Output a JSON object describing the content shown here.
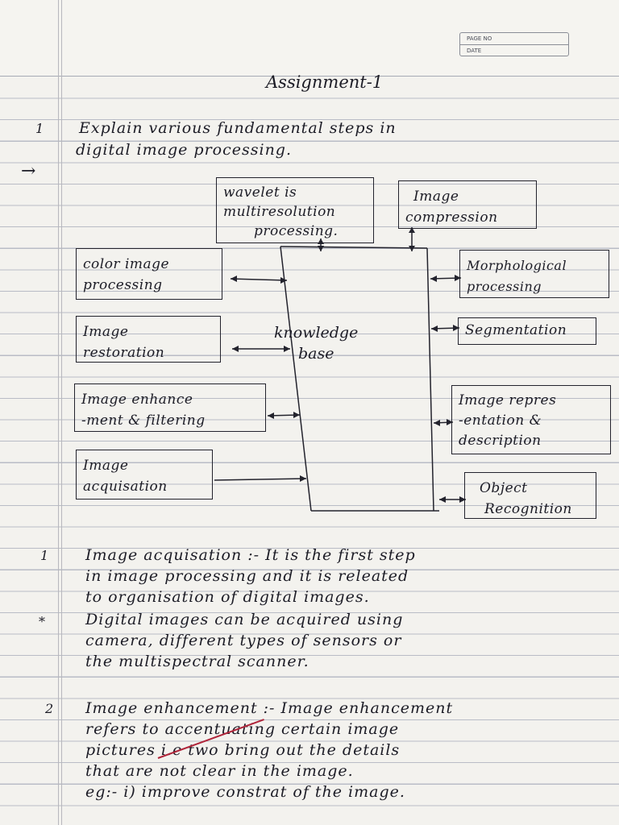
{
  "header": {
    "page_no_label": "PAGE NO",
    "date_label": "DATE"
  },
  "title": "Assignment-1",
  "question": {
    "number": "1",
    "line1": "Explain various fundamental steps in",
    "line2": "digital image processing."
  },
  "arrow_mark": "→",
  "diagram": {
    "center": {
      "line1": "knowledge",
      "line2": "base"
    },
    "left_boxes": [
      {
        "line1": "color image",
        "line2": "processing"
      },
      {
        "line1": "Image",
        "line2": "restoration"
      },
      {
        "line1": "Image enhance",
        "line2": "-ment & filtering"
      },
      {
        "line1": "Image",
        "line2": "acquisation"
      }
    ],
    "top_boxes": [
      {
        "line1": "wavelet is",
        "line2": "multiresolution",
        "line3": "processing."
      },
      {
        "line1": "Image",
        "line2": "compression"
      }
    ],
    "right_boxes": [
      {
        "line1": "Morphological",
        "line2": "processing"
      },
      {
        "line1": "Segmentation",
        "line2": ""
      },
      {
        "line1": "Image repres",
        "line2": "-entation &",
        "line3": "description"
      },
      {
        "line1": "Object",
        "line2": "Recognition"
      }
    ]
  },
  "answers": [
    {
      "number": "1",
      "lines": [
        "Image acquisation :- It is the first step",
        "in image processing and it is releated",
        "to organisation of digital images."
      ]
    },
    {
      "number": "*",
      "lines": [
        "Digital images can be acquired using",
        "camera, different types of sensors or",
        "the multispectral scanner."
      ]
    },
    {
      "number": "2",
      "lines": [
        "Image enhancement :- Image enhancement",
        "refers to accentuating certain image",
        "pictures i.e two bring out the details",
        "that are not clear in the image.",
        "eg:- i) improve constrat of the image."
      ]
    }
  ]
}
